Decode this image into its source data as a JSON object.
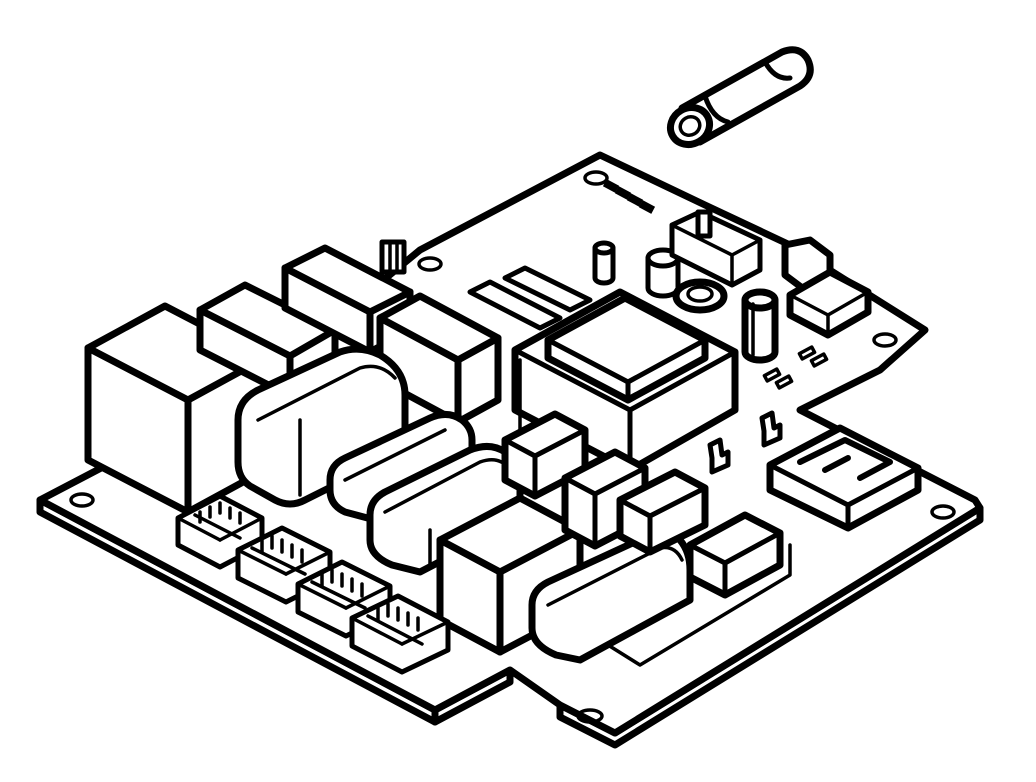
{
  "illustration": {
    "background": "#ffffff",
    "line_color": "#000000",
    "parts": [
      "circuit-board",
      "fuse",
      "transformer",
      "relays",
      "capacitors",
      "connectors",
      "heatsink",
      "microcontroller"
    ]
  }
}
